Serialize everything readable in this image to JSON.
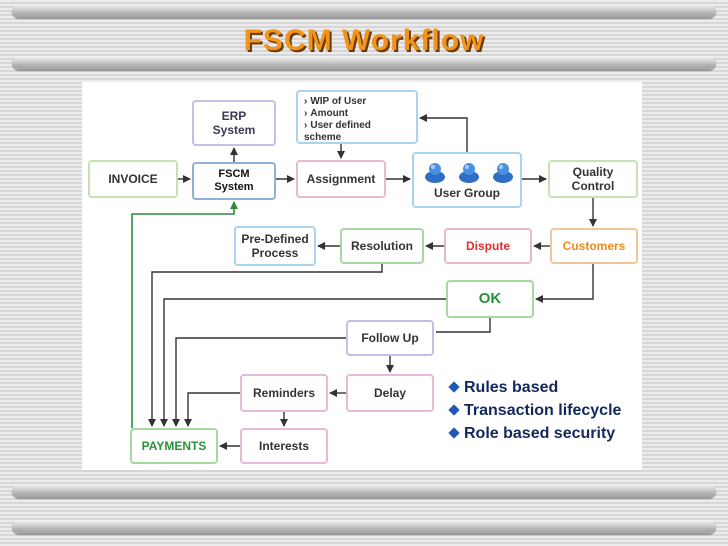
{
  "title": "FSCM Workflow",
  "nodes": {
    "invoice": "INVOICE",
    "erp": [
      "ERP",
      "System"
    ],
    "fscm": [
      "FSCM",
      "System"
    ],
    "assignment": "Assignment",
    "wip_items": [
      "WIP of User",
      "Amount",
      "User defined scheme"
    ],
    "user_group": "User Group",
    "quality_control": [
      "Quality",
      "Control"
    ],
    "pre_defined": [
      "Pre-Defined",
      "Process"
    ],
    "resolution": "Resolution",
    "dispute": "Dispute",
    "customers": "Customers",
    "ok": "OK",
    "follow_up": "Follow Up",
    "delay": "Delay",
    "reminders": "Reminders",
    "interests": "Interests",
    "payments": "PAYMENTS"
  },
  "bullets": [
    "Rules based",
    "Transaction lifecycle",
    "Role based security"
  ],
  "colors": {
    "title": "#f2941c",
    "arrow": "#333333",
    "green_arrow": "#2e8b3a",
    "bullet_text": "#13285e",
    "dispute": "#e0312f",
    "customers": "#f08a1c",
    "ok": "#28913a"
  }
}
